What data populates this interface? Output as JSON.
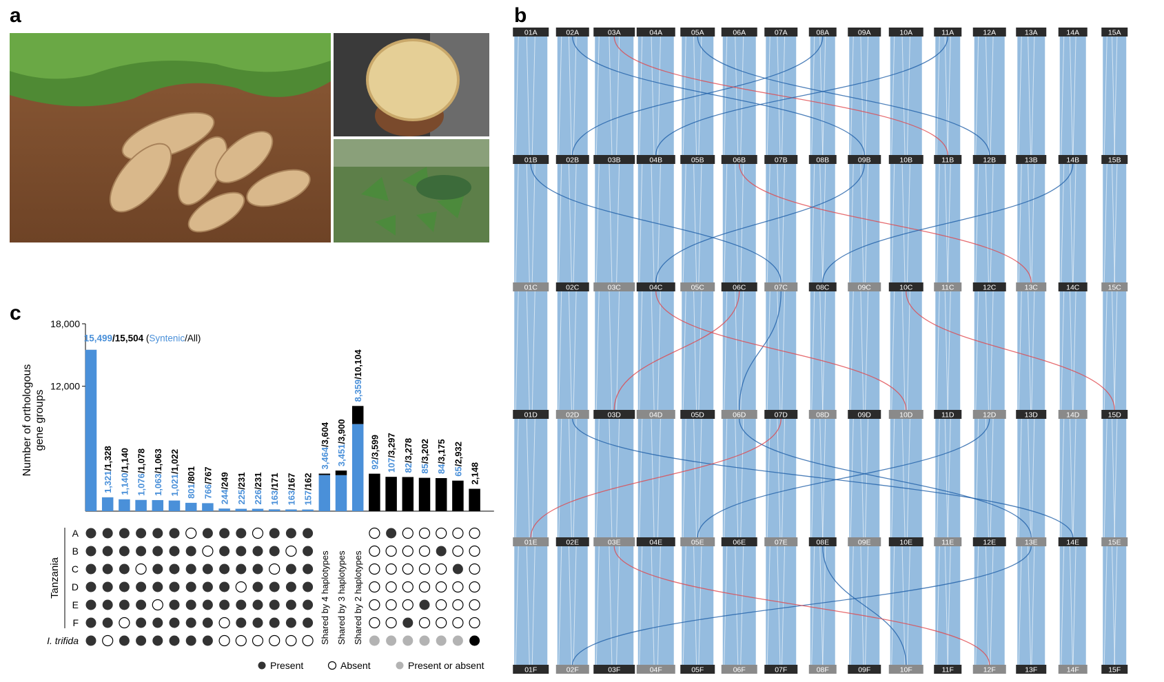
{
  "panels": {
    "a": "a",
    "b": "b",
    "c": "c"
  },
  "photos": {
    "main": "sweet potato roots on soil",
    "slice": "cut sweet potato flesh held in hand",
    "leaves": "sweet potato plant leaves"
  },
  "synteny": {
    "rows": [
      "A",
      "B",
      "C",
      "D",
      "E",
      "F"
    ],
    "chromosomes": [
      "01",
      "02",
      "03",
      "04",
      "05",
      "06",
      "07",
      "08",
      "09",
      "10",
      "11",
      "12",
      "13",
      "14",
      "15"
    ],
    "colors": {
      "block": "#8fb8dd",
      "link_blue": "#1f5fa8",
      "link_red": "#e0474c",
      "label_dark": "#2b2b2b",
      "label_grey": "#8a8a8a"
    }
  },
  "chart_data": {
    "type": "bar",
    "ylabel": "Number of orthologous gene groups",
    "yticks": [
      "18,000",
      "12,000"
    ],
    "ylim": [
      0,
      18000
    ],
    "first_label": {
      "syntenic": "15,499",
      "all": "/15,504",
      "legend_open": "(",
      "legend_syntenic": "Syntenic",
      "legend_all": "/All)"
    },
    "bars": [
      {
        "syn": 15499,
        "all": 15504,
        "syn_label": "15,499",
        "all_label": "15,504",
        "color": "blue",
        "membership": [
          1,
          1,
          1,
          1,
          1,
          1,
          1
        ]
      },
      {
        "syn": 1321,
        "all": 1328,
        "syn_label": "1,321",
        "all_label": "/1,328",
        "color": "blue",
        "membership": [
          1,
          1,
          1,
          1,
          1,
          1,
          0
        ]
      },
      {
        "syn": 1140,
        "all": 1140,
        "syn_label": "1,140",
        "all_label": "/1,140",
        "color": "blue",
        "membership": [
          1,
          1,
          1,
          1,
          1,
          0,
          1
        ]
      },
      {
        "syn": 1076,
        "all": 1078,
        "syn_label": "1,076",
        "all_label": "/1,078",
        "color": "blue",
        "membership": [
          1,
          1,
          0,
          1,
          1,
          1,
          1
        ]
      },
      {
        "syn": 1063,
        "all": 1063,
        "syn_label": "1,063",
        "all_label": "/1,063",
        "color": "blue",
        "membership": [
          1,
          1,
          1,
          1,
          0,
          1,
          1
        ]
      },
      {
        "syn": 1021,
        "all": 1022,
        "syn_label": "1,021",
        "all_label": "/1,022",
        "color": "blue",
        "membership": [
          1,
          1,
          1,
          1,
          1,
          1,
          1
        ]
      },
      {
        "syn": 801,
        "all": 801,
        "syn_label": "801",
        "all_label": "/801",
        "color": "blue",
        "membership": [
          0,
          1,
          1,
          1,
          1,
          1,
          1
        ]
      },
      {
        "syn": 766,
        "all": 767,
        "syn_label": "766",
        "all_label": "/767",
        "color": "blue",
        "membership": [
          1,
          0,
          1,
          1,
          1,
          1,
          1
        ]
      },
      {
        "syn": 244,
        "all": 249,
        "syn_label": "244",
        "all_label": "/249",
        "color": "blue",
        "membership": [
          1,
          1,
          1,
          1,
          1,
          0,
          0
        ]
      },
      {
        "syn": 225,
        "all": 231,
        "syn_label": "225",
        "all_label": "/231",
        "color": "blue",
        "membership": [
          1,
          1,
          1,
          0,
          1,
          1,
          0
        ]
      },
      {
        "syn": 226,
        "all": 231,
        "syn_label": "226",
        "all_label": "/231",
        "color": "blue",
        "membership": [
          0,
          1,
          1,
          1,
          1,
          1,
          0
        ]
      },
      {
        "syn": 163,
        "all": 171,
        "syn_label": "163",
        "all_label": "/171",
        "color": "blue",
        "membership": [
          1,
          1,
          0,
          1,
          1,
          1,
          0
        ]
      },
      {
        "syn": 163,
        "all": 167,
        "syn_label": "163",
        "all_label": "/167",
        "color": "blue",
        "membership": [
          1,
          0,
          1,
          1,
          1,
          1,
          0
        ]
      },
      {
        "syn": 157,
        "all": 162,
        "syn_label": "157",
        "all_label": "/162",
        "color": "blue",
        "membership": [
          1,
          1,
          1,
          1,
          1,
          1,
          0
        ]
      },
      {
        "syn": 3464,
        "all": 3604,
        "syn_label": "3,464",
        "all_label": "/3,604",
        "color": "blue",
        "membership": "Shared by 4 haplotypes"
      },
      {
        "syn": 3451,
        "all": 3900,
        "syn_label": "3,451",
        "all_label": "/3,900",
        "color": "blue",
        "membership": "Shared by 3 haplotypes"
      },
      {
        "syn": 8359,
        "all": 10104,
        "syn_label": "8,359",
        "all_label": "/10,104",
        "color": "blue",
        "membership": "Shared by 2 haplotypes"
      },
      {
        "syn": 92,
        "all": 3599,
        "syn_label": "92",
        "all_label": "/3,599",
        "color": "black",
        "membership": [
          0,
          0,
          0,
          0,
          0,
          0,
          2
        ]
      },
      {
        "syn": 107,
        "all": 3297,
        "syn_label": "107",
        "all_label": "/3,297",
        "color": "black",
        "membership": [
          1,
          0,
          0,
          0,
          0,
          0,
          2
        ]
      },
      {
        "syn": 82,
        "all": 3278,
        "syn_label": "82",
        "all_label": "/3,278",
        "color": "black",
        "membership": [
          0,
          0,
          0,
          0,
          0,
          1,
          2
        ]
      },
      {
        "syn": 85,
        "all": 3202,
        "syn_label": "85",
        "all_label": "/3,202",
        "color": "black",
        "membership": [
          0,
          0,
          0,
          0,
          1,
          0,
          2
        ]
      },
      {
        "syn": 84,
        "all": 3175,
        "syn_label": "84",
        "all_label": "/3,175",
        "color": "black",
        "membership": [
          0,
          1,
          0,
          0,
          0,
          0,
          2
        ]
      },
      {
        "syn": 65,
        "all": 2932,
        "syn_label": "65",
        "all_label": "/2,932",
        "color": "black",
        "membership": [
          0,
          0,
          1,
          0,
          0,
          0,
          2
        ]
      },
      {
        "syn": 0,
        "all": 2148,
        "syn_label": "",
        "all_label": "2,148",
        "color": "black",
        "membership": [
          0,
          0,
          0,
          0,
          0,
          0,
          1
        ]
      }
    ],
    "rows": [
      "A",
      "B",
      "C",
      "D",
      "E",
      "F",
      "I. trifida"
    ],
    "group_label": "Tanzania",
    "legend": {
      "present": "Present",
      "absent": "Absent",
      "either": "Present or absent"
    },
    "colors": {
      "blue": "#4a90d9",
      "black": "#000000",
      "dot_dark": "#333333",
      "dot_grey": "#b3b3b3"
    }
  }
}
